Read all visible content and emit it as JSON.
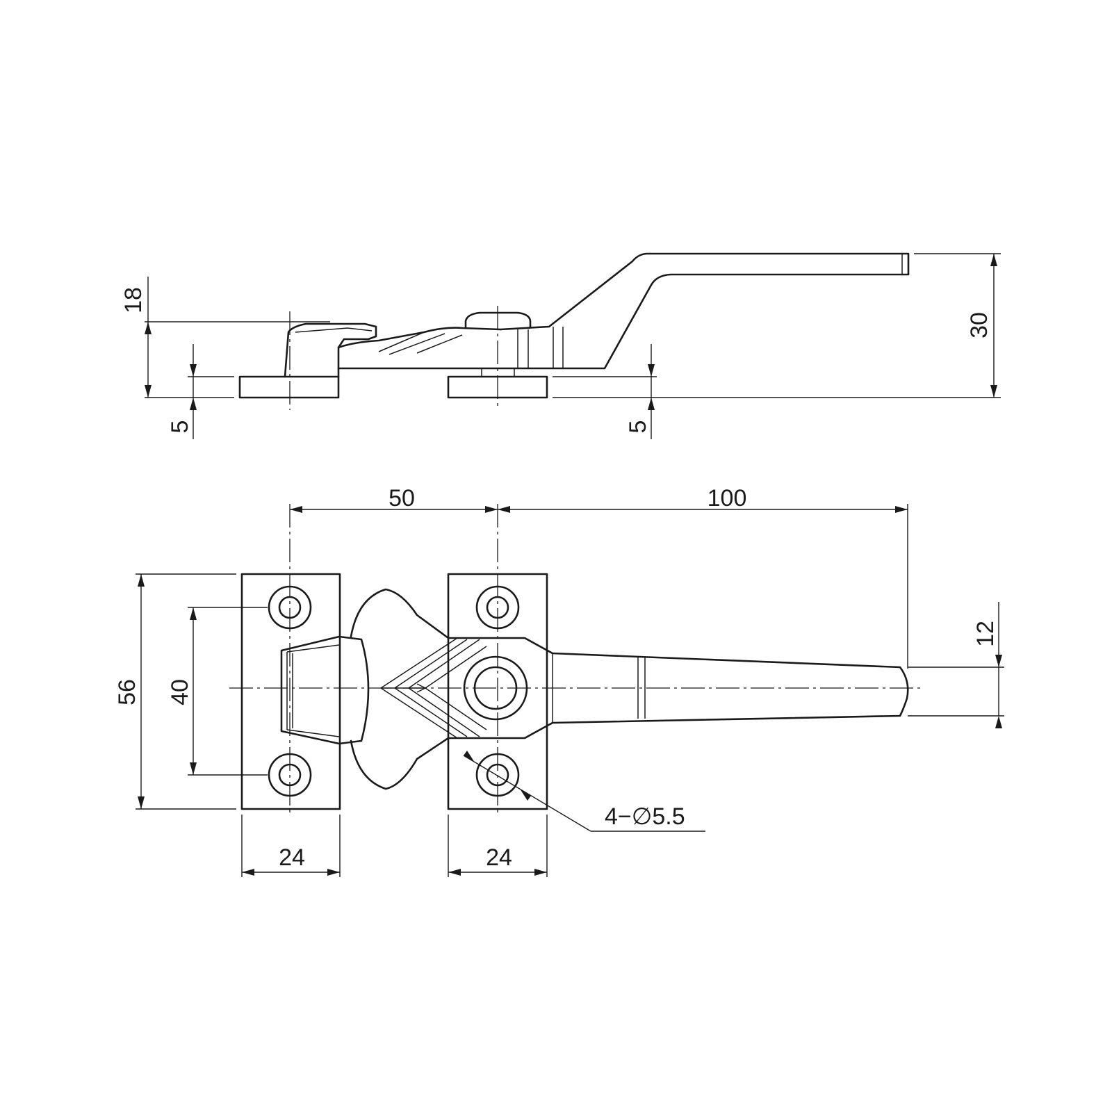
{
  "side_view": {
    "dim_18": "18",
    "dim_30": "30",
    "dim_5_left": "5",
    "dim_5_right": "5"
  },
  "top_view": {
    "dim_50": "50",
    "dim_100": "100",
    "dim_56": "56",
    "dim_40": "40",
    "dim_12": "12",
    "dim_24_left": "24",
    "dim_24_right": "24",
    "hole_callout": "4−∅5.5"
  }
}
